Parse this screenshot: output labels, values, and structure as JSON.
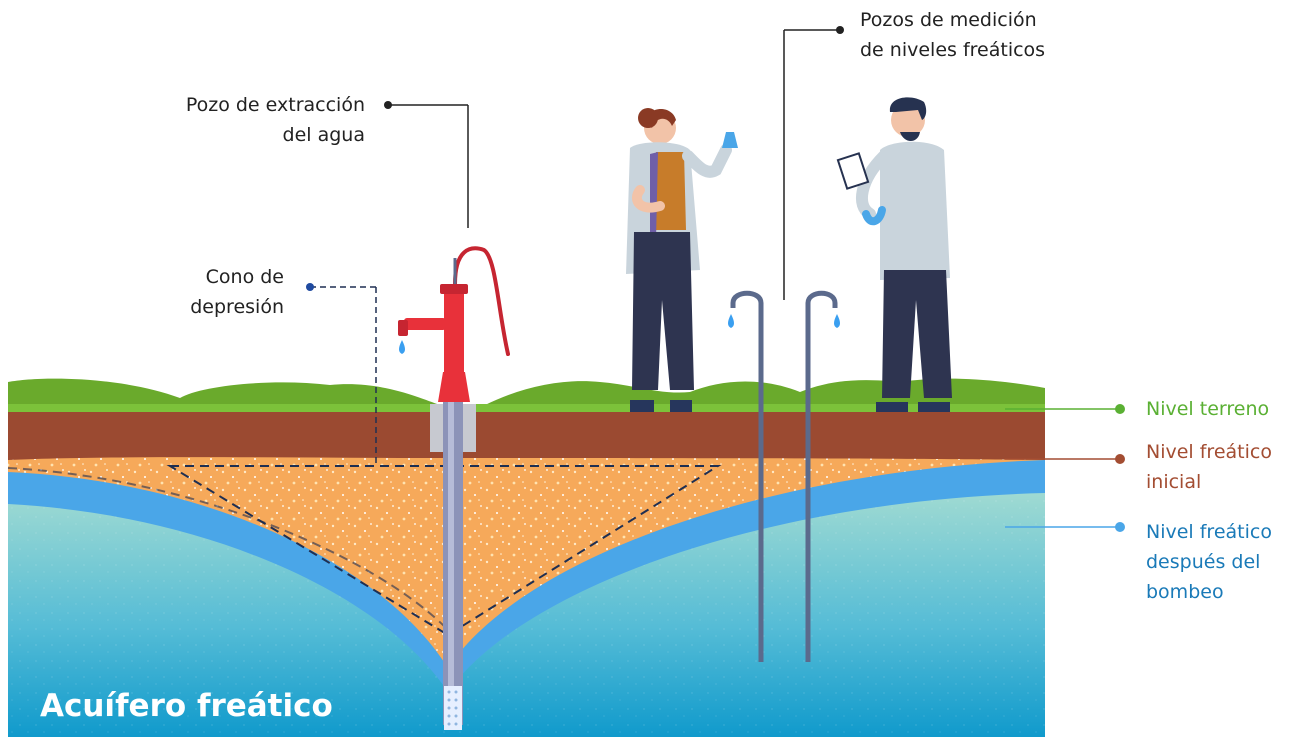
{
  "labels": {
    "extraction_well": [
      "Pozo de extracción",
      "del agua"
    ],
    "cone": [
      "Cono de",
      "depresión"
    ],
    "monitoring_wells": [
      "Pozos de medición",
      "de niveles freáticos"
    ],
    "ground_level": "Nivel terreno",
    "initial_level": [
      "Nivel freático",
      "inicial"
    ],
    "after_level": [
      "Nivel freático",
      "después del",
      "bombeo"
    ],
    "aquifer": "Acuífero freático"
  },
  "colors": {
    "grass": "#6aaa2c",
    "soil": "#9b4a31",
    "sand": "#f6a95a",
    "water_band": "#4aa6e8",
    "aquifer_top": "#8fd3cc",
    "aquifer_bottom": "#1a9bd0",
    "pump": "#e8313a",
    "pipe": "#5b6a8c",
    "label_green": "#5ab033",
    "label_brown": "#a34d32",
    "label_blue": "#1a7ab8"
  }
}
